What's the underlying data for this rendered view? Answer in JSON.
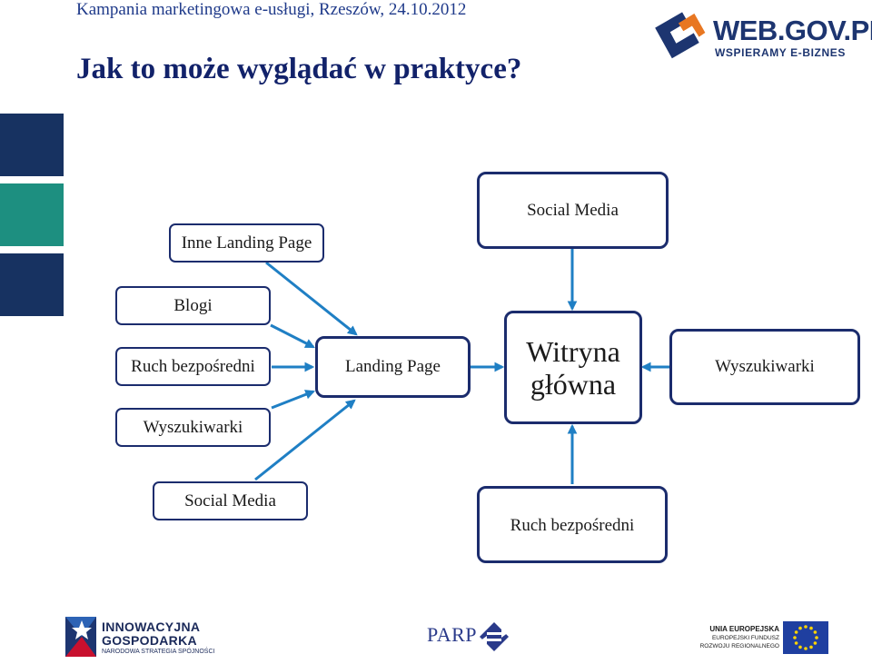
{
  "header": {
    "event": "Kampania marketingowa e-usługi, Rzeszów, 24.10.2012",
    "title": "Jak to może wyglądać w praktyce?"
  },
  "logos": {
    "web_gov": {
      "name": "WEB.GOV.PL",
      "tagline": "WSPIERAMY E-BIZNES"
    },
    "innowacyjna": {
      "line1": "INNOWACYJNA",
      "line2": "GOSPODARKA",
      "line3": "NARODOWA STRATEGIA SPÓJNOŚCI"
    },
    "parp": {
      "name": "PARP"
    },
    "ue": {
      "line1": "UNIA EUROPEJSKA",
      "line2": "EUROPEJSKI FUNDUSZ",
      "line3": "ROZWOJU REGIONALNEGO"
    }
  },
  "colors": {
    "navy": "#173261",
    "teal": "#1d8f80",
    "arrow": "#1f7fc4",
    "border": "#1b2c6d"
  },
  "diagram": {
    "sources_left": {
      "inne_landing_page": "Inne Landing Page",
      "blogi": "Blogi",
      "ruch_bezposredni": "Ruch bezpośredni",
      "wyszukiwarki": "Wyszukiwarki",
      "social_media": "Social Media"
    },
    "landing_page": "Landing Page",
    "main_site": "Witryna główna",
    "sources_right": {
      "social_media": "Social Media",
      "wyszukiwarki": "Wyszukiwarki",
      "ruch_bezposredni": "Ruch bezpośredni"
    }
  }
}
